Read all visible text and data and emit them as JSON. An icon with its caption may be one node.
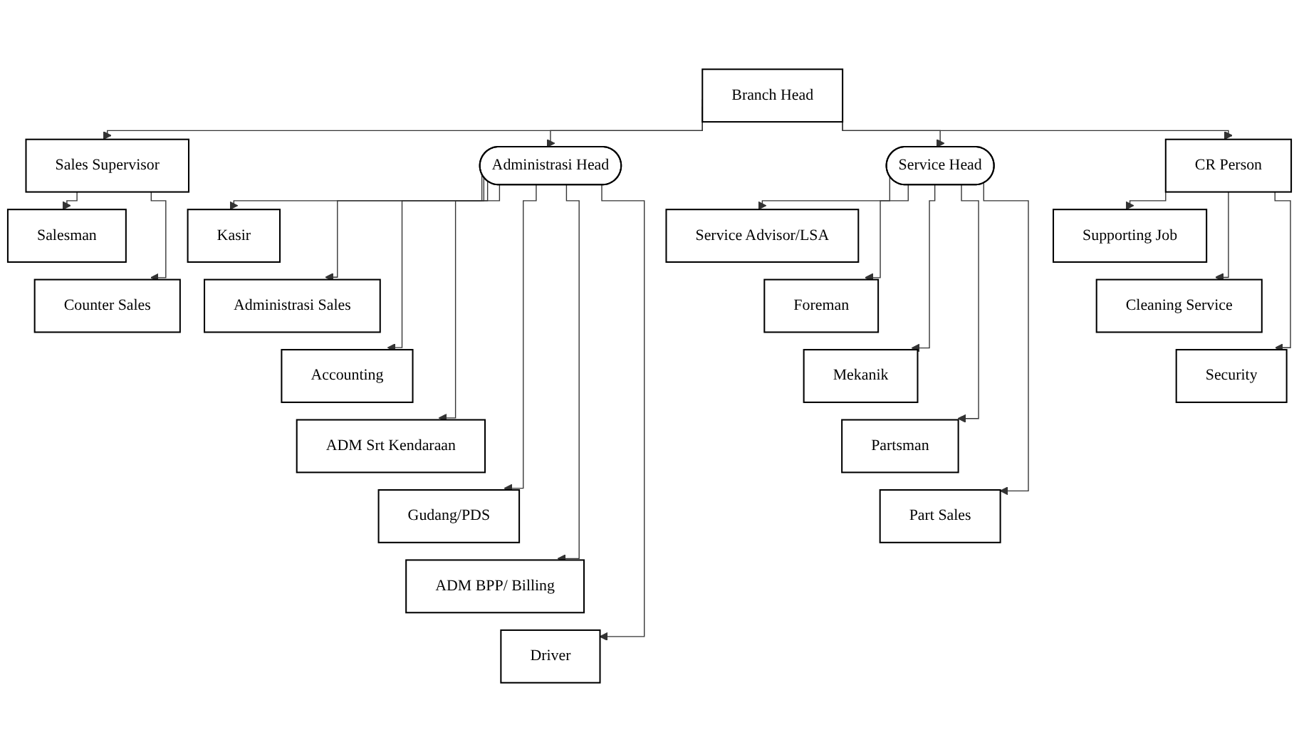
{
  "diagram": {
    "nodes": [
      {
        "text": [
          "Branch Head"
        ]
      },
      {
        "text": [
          "Sales Supervisor"
        ]
      },
      {
        "text": [
          "Salesman"
        ]
      },
      {
        "text": [
          "Counter Sales"
        ]
      },
      {
        "text": [
          "Administrasi Head"
        ]
      },
      {
        "text": [
          "Kasir"
        ]
      },
      {
        "text": [
          "Administrasi Sales"
        ]
      },
      {
        "text": [
          "Accounting"
        ]
      },
      {
        "text": [
          "ADM Srt Kendaraan"
        ]
      },
      {
        "text": [
          "Gudang/PDS"
        ]
      },
      {
        "text": [
          "ADM BPP/ Billing"
        ]
      },
      {
        "text": [
          "Driver"
        ]
      },
      {
        "text": [
          "Service Head"
        ]
      },
      {
        "text": [
          "Service Advisor/LSA"
        ]
      },
      {
        "text": [
          "Foreman"
        ]
      },
      {
        "text": [
          "Mekanik"
        ]
      },
      {
        "text": [
          "Partsman"
        ]
      },
      {
        "text": [
          "Part Sales"
        ]
      },
      {
        "text": [
          "CR Person"
        ]
      },
      {
        "text": [
          "Supporting Job"
        ]
      },
      {
        "text": [
          "Cleaning Service"
        ]
      },
      {
        "text": [
          "Security"
        ]
      }
    ],
    "edges": [
      {
        "from": 0,
        "to": 1,
        "arrow": "to"
      },
      {
        "from": 0,
        "to": 4,
        "arrow": "to"
      },
      {
        "from": 0,
        "to": 12,
        "arrow": "to"
      },
      {
        "from": 0,
        "to": 18,
        "arrow": "to"
      },
      {
        "from": 1,
        "to": 2,
        "arrow": "to"
      },
      {
        "from": 1,
        "to": 3,
        "arrow": "to"
      },
      {
        "from": 4,
        "to": 5,
        "arrow": "to"
      },
      {
        "from": 4,
        "to": 6,
        "arrow": "to"
      },
      {
        "from": 4,
        "to": 7,
        "arrow": "to"
      },
      {
        "from": 4,
        "to": 8,
        "arrow": "to"
      },
      {
        "from": 4,
        "to": 9,
        "arrow": "to"
      },
      {
        "from": 4,
        "to": 10,
        "arrow": "to"
      },
      {
        "from": 4,
        "to": 11,
        "arrow": "to"
      },
      {
        "from": 12,
        "to": 13,
        "arrow": "to"
      },
      {
        "from": 12,
        "to": 14,
        "arrow": "to"
      },
      {
        "from": 12,
        "to": 15,
        "arrow": "to"
      },
      {
        "from": 12,
        "to": 16,
        "arrow": "to"
      },
      {
        "from": 12,
        "to": 17,
        "arrow": "to"
      },
      {
        "from": 18,
        "to": 19,
        "arrow": "to"
      },
      {
        "from": 18,
        "to": 20,
        "arrow": "to"
      },
      {
        "from": 18,
        "to": 21,
        "arrow": "to"
      }
    ]
  }
}
